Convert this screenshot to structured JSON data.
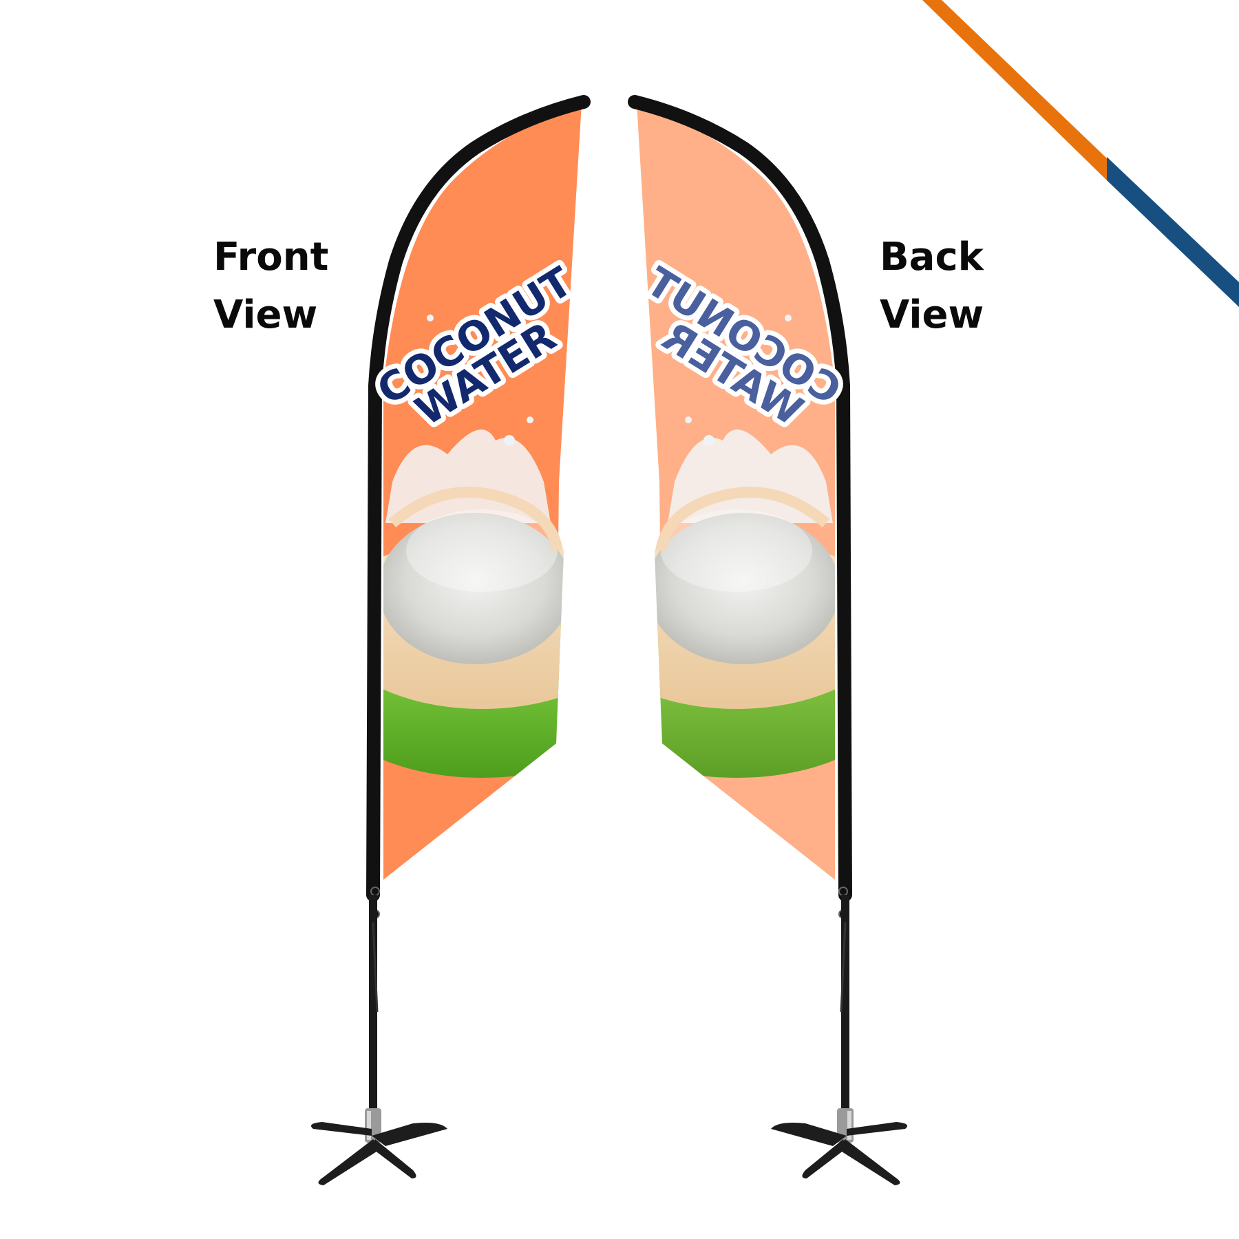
{
  "labels": {
    "front_line1": "Front",
    "front_line2": "View",
    "back_line1": "Back",
    "back_line2": "View"
  },
  "banner": {
    "line1": "COCONUT",
    "line2": "WATER"
  },
  "colors": {
    "flag_front": "#ff8c55",
    "flag_back": "#ffb088",
    "text_navy": "#13296e",
    "text_back": "#4a5f9e",
    "frame": "#111111",
    "accent_orange": "#e8730d",
    "accent_blue": "#174f80",
    "coconut_green": "#6cc22a"
  }
}
